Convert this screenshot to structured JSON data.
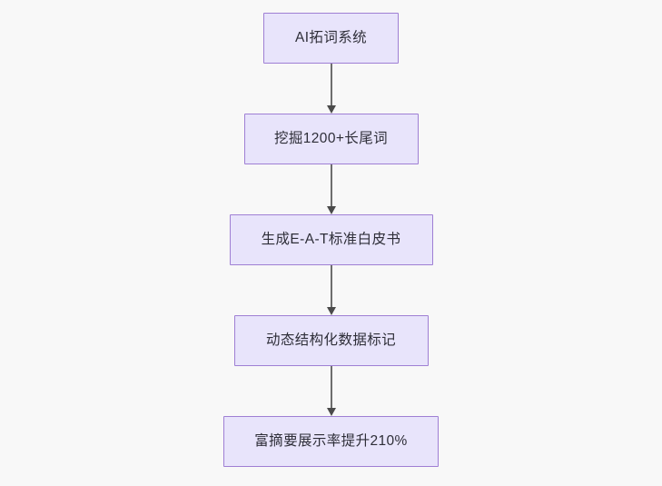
{
  "diagram": {
    "title_text": "",
    "background_color": "#f8f8f8",
    "node_fill_color": "#e8e4fb",
    "node_border_color": "#9f7fd4",
    "node_text_color": "#2e2e38",
    "connector_color": "#6d6d6d",
    "orientation": "top-to-bottom",
    "nodes": [
      {
        "id": "n0",
        "label": "AI拓词系统"
      },
      {
        "id": "n1",
        "label": "挖掘1200+长尾词"
      },
      {
        "id": "n2",
        "label": "生成E-A-T标准白皮书"
      },
      {
        "id": "n3",
        "label": "动态结构化数据标记"
      },
      {
        "id": "n4",
        "label": "富摘要展示率提升210%"
      }
    ],
    "edges": [
      {
        "from": "n0",
        "to": "n1",
        "label": ""
      },
      {
        "from": "n1",
        "to": "n2",
        "label": ""
      },
      {
        "from": "n2",
        "to": "n3",
        "label": ""
      },
      {
        "from": "n3",
        "to": "n4",
        "label": ""
      }
    ]
  }
}
